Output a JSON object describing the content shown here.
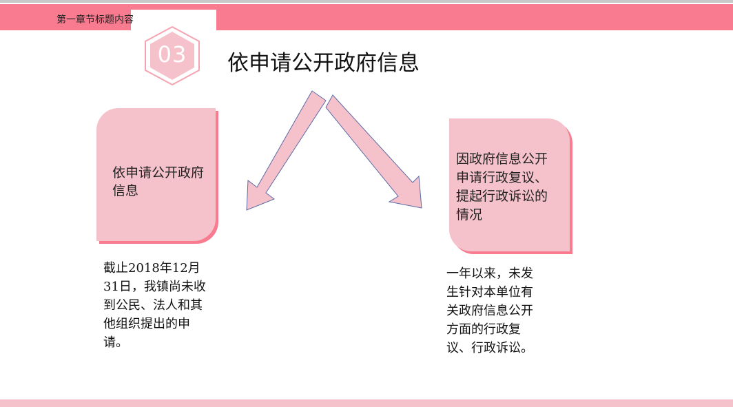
{
  "header": {
    "chapter_title": "第一章节标题内容"
  },
  "section": {
    "number": "03",
    "title": "依申请公开政府信息"
  },
  "cards": {
    "left_label": "依申请公开政府信息",
    "right_label": "因政府信息公开申请行政复议、提起行政诉讼的情况"
  },
  "descriptions": {
    "left": "截止2018年12月31日，我镇尚未收到公民、法人和其他组织提出的申请。",
    "right": "一年以来，未发生针对本单位有关政府信息公开方面的行政复议、行政诉讼。"
  },
  "colors": {
    "accent": "#f87b90",
    "card": "#f5c2cb"
  }
}
